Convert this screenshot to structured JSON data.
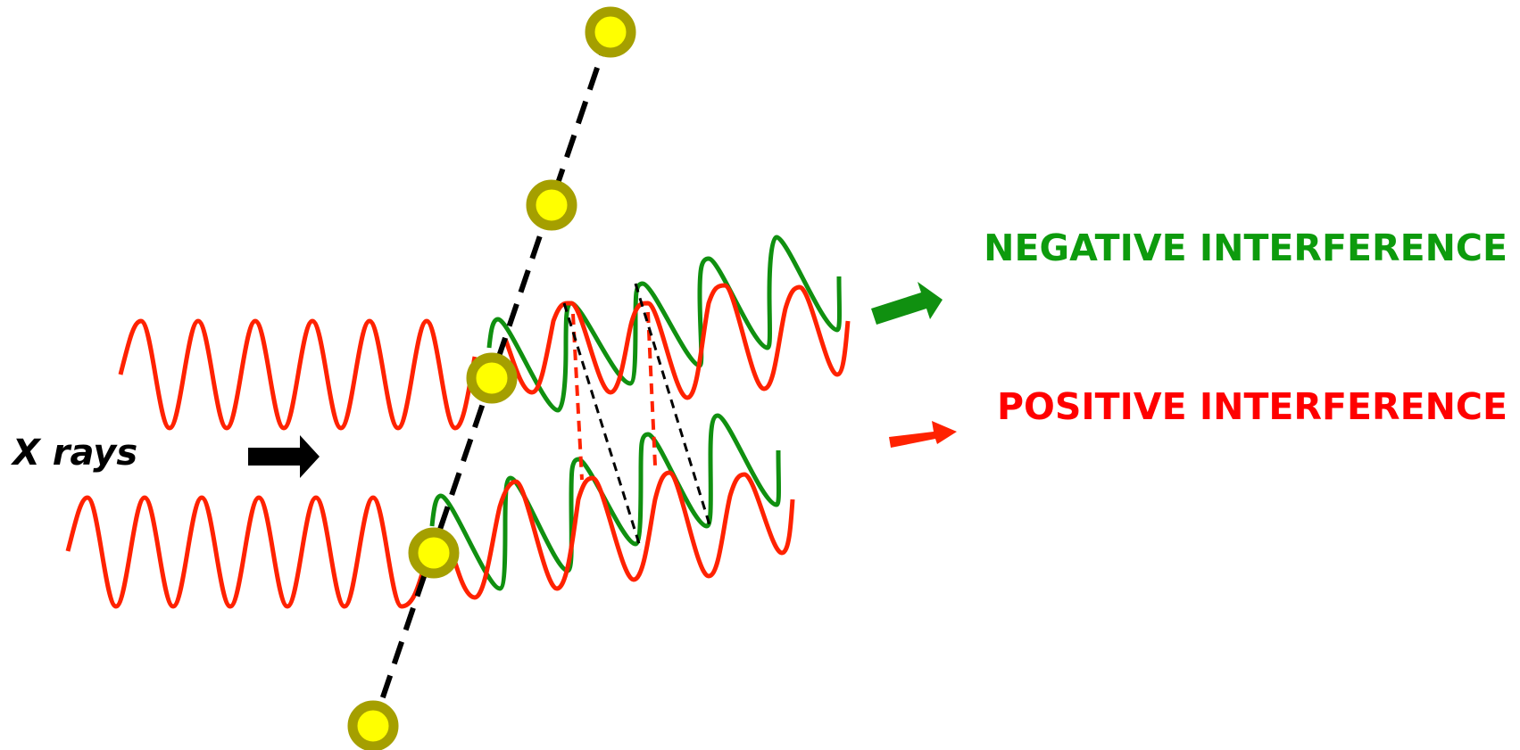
{
  "labels": {
    "x_rays": "X rays",
    "negative": "NEGATIVE INTERFERENCE",
    "positive": "POSITIVE INTERFERENCE"
  },
  "colors": {
    "red_wave": "#ff2200",
    "green_wave": "#109010",
    "negative_text": "#0d9b0d",
    "positive_text": "#ff0000",
    "atom_fill": "#ffff00",
    "atom_ring": "#a59f00",
    "plane_line": "#000000"
  },
  "icons": {
    "incoming_arrow": "arrow-right-icon",
    "negative_arrow": "arrow-up-right-icon",
    "positive_arrow": "arrow-up-right-icon"
  }
}
